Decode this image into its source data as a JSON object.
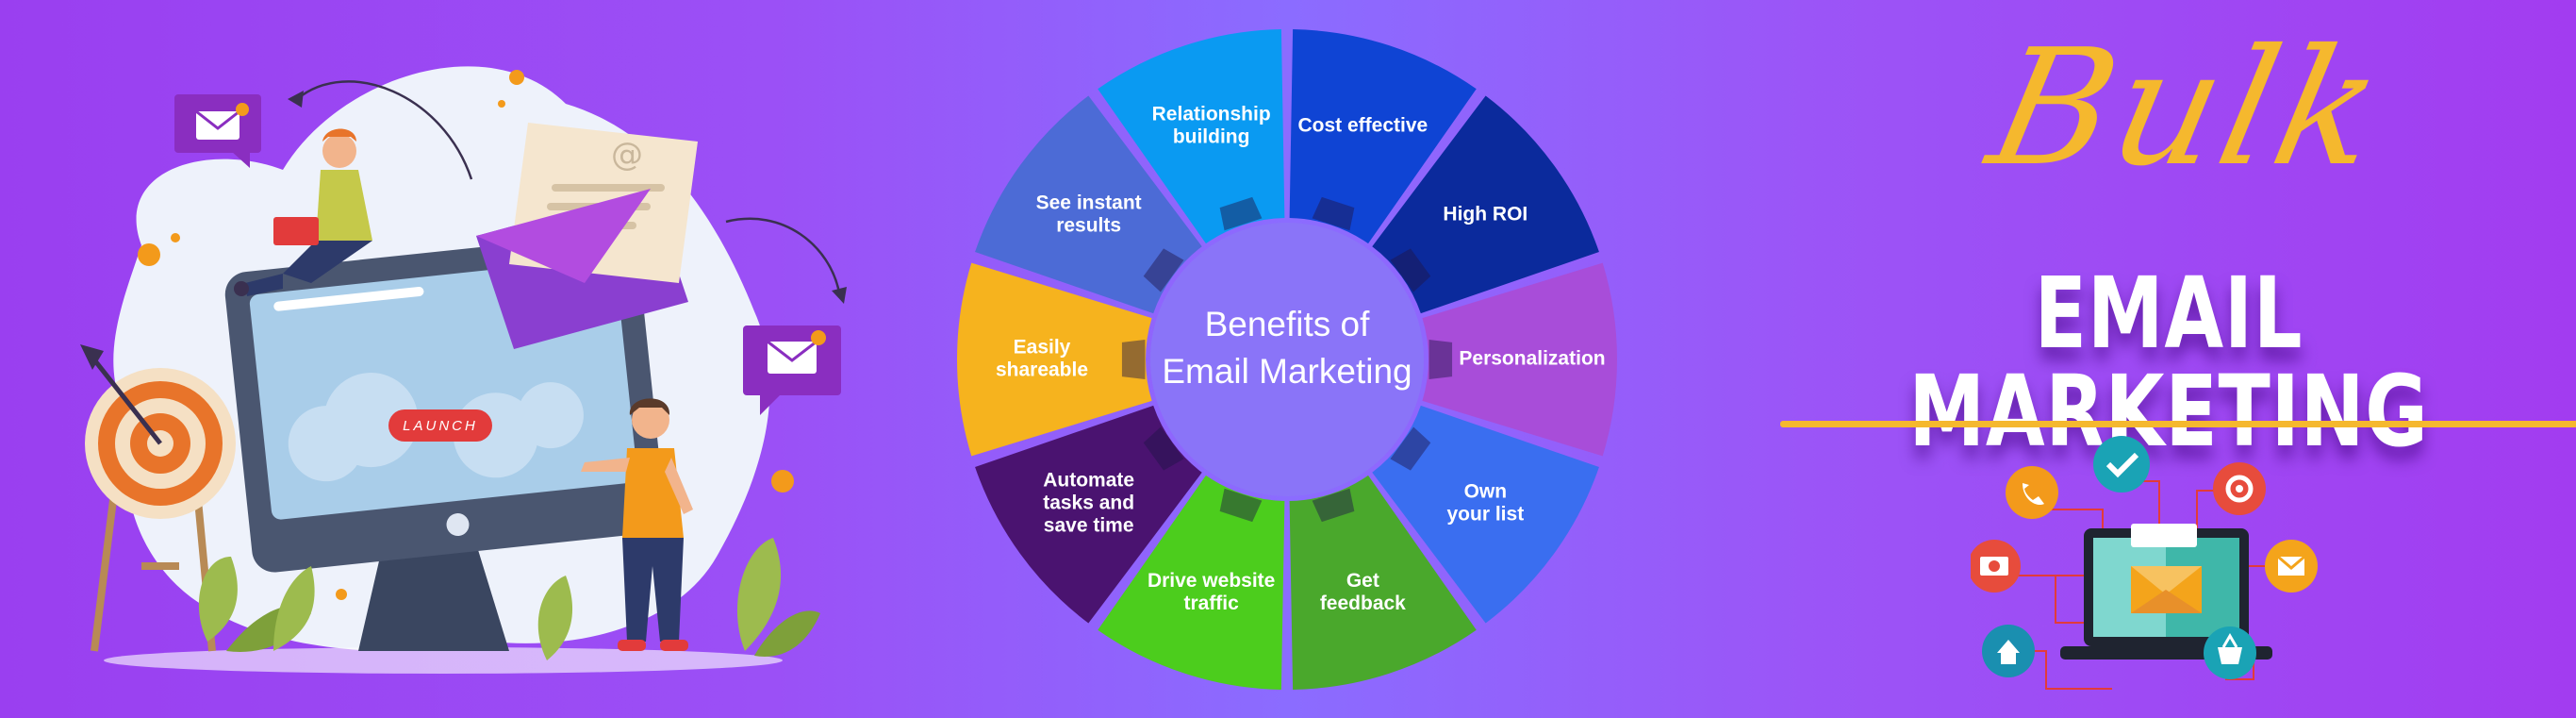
{
  "banner": {
    "title_script": "Bulk",
    "title_main": "EMAIL MARKETING"
  },
  "illustration": {
    "launch_button": "LAUNCH"
  },
  "wheel": {
    "center_line1": "Benefits of",
    "center_line2": "Email Marketing",
    "segments": [
      {
        "line1": "Cost effective",
        "line2": "",
        "line3": "",
        "color": "#0f44d4"
      },
      {
        "line1": "High ROI",
        "line2": "",
        "line3": "",
        "color": "#0b2a9c"
      },
      {
        "line1": "Personalization",
        "line2": "",
        "line3": "",
        "color": "#a84dd9"
      },
      {
        "line1": "Own",
        "line2": "your list",
        "line3": "",
        "color": "#3a6ef0"
      },
      {
        "line1": "Get",
        "line2": "feedback",
        "line3": "",
        "color": "#4aa82c"
      },
      {
        "line1": "Drive website",
        "line2": "traffic",
        "line3": "",
        "color": "#4ccd1d"
      },
      {
        "line1": "Automate",
        "line2": "tasks and",
        "line3": "save time",
        "color": "#4a1370"
      },
      {
        "line1": "Easily",
        "line2": "shareable",
        "line3": "",
        "color": "#f6b31e"
      },
      {
        "line1": "See instant",
        "line2": "results",
        "line3": "",
        "color": "#4c6bd6"
      },
      {
        "line1": "Relationship",
        "line2": "building",
        "line3": "",
        "color": "#0a9af2"
      }
    ]
  },
  "icons": [
    {
      "name": "phone-icon",
      "color": "#f39a1b"
    },
    {
      "name": "check-icon",
      "color": "#1aa3b5"
    },
    {
      "name": "gear-icon",
      "color": "#e74c3c"
    },
    {
      "name": "money-icon",
      "color": "#e74c3c"
    },
    {
      "name": "envelope-icon",
      "color": "#f4a41b"
    },
    {
      "name": "home-icon",
      "color": "#1a8fb0"
    },
    {
      "name": "basket-icon",
      "color": "#1aa3b5"
    }
  ]
}
